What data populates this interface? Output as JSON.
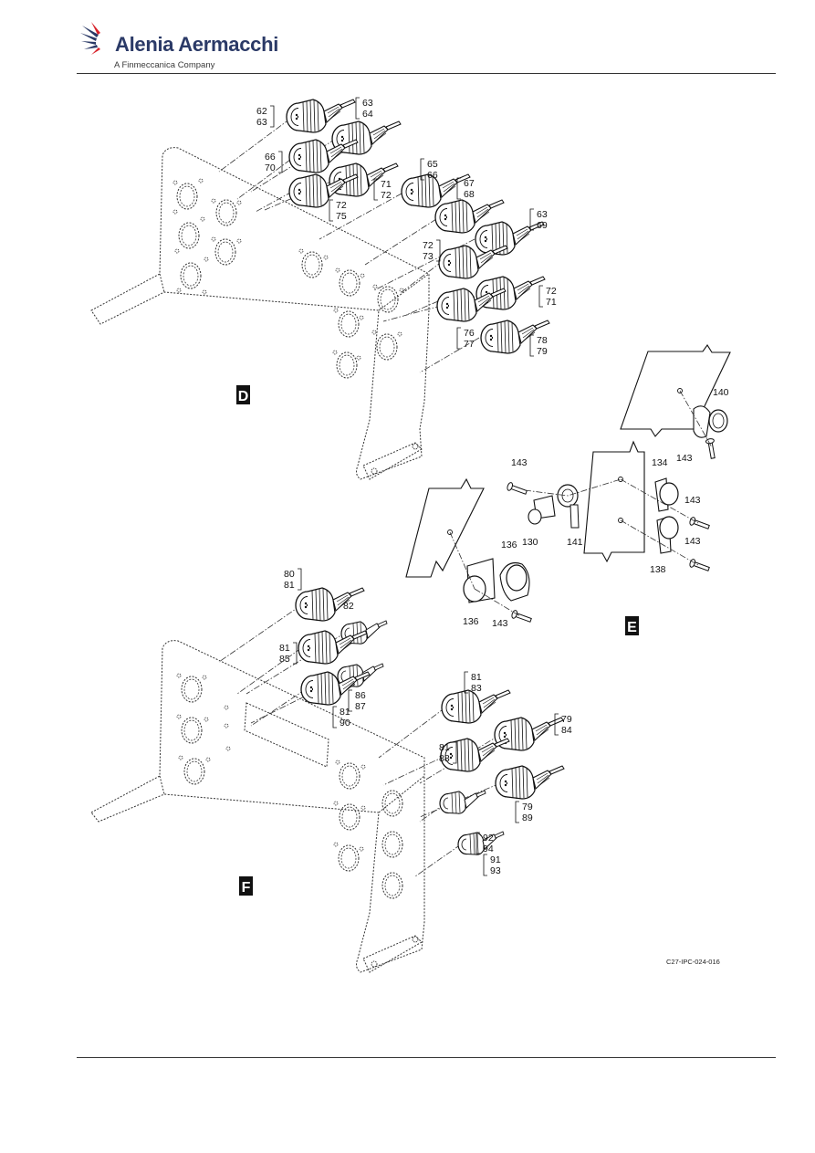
{
  "header": {
    "brand_name": "Alenia Aermacchi",
    "brand_sub": "A Finmeccanica Company",
    "brand_color": "#2b3a67",
    "accent_color": "#d8222a"
  },
  "figure": {
    "drawing_code": "C27-IPC-024-016",
    "view_labels": {
      "D": "D",
      "E": "E",
      "F": "F"
    },
    "callouts": [
      {
        "id": "c1",
        "lines": [
          "62",
          "63"
        ]
      },
      {
        "id": "c2",
        "lines": [
          "63",
          "64"
        ]
      },
      {
        "id": "c3",
        "lines": [
          "66",
          "70"
        ]
      },
      {
        "id": "c4",
        "lines": [
          "71",
          "72"
        ]
      },
      {
        "id": "c5",
        "lines": [
          "72",
          "75"
        ]
      },
      {
        "id": "c6",
        "lines": [
          "65",
          "66"
        ]
      },
      {
        "id": "c7",
        "lines": [
          "67",
          "68"
        ]
      },
      {
        "id": "c8",
        "lines": [
          "63",
          "69"
        ]
      },
      {
        "id": "c9",
        "lines": [
          "72",
          "73"
        ]
      },
      {
        "id": "c10",
        "lines": [
          "72",
          "71"
        ]
      },
      {
        "id": "c11",
        "lines": [
          "76",
          "77"
        ]
      },
      {
        "id": "c12",
        "lines": [
          "78",
          "79"
        ]
      },
      {
        "id": "c13",
        "lines": [
          "140"
        ]
      },
      {
        "id": "c14",
        "lines": [
          "143"
        ]
      },
      {
        "id": "c15",
        "lines": [
          "143"
        ]
      },
      {
        "id": "c16",
        "lines": [
          "134"
        ]
      },
      {
        "id": "c17",
        "lines": [
          "143"
        ]
      },
      {
        "id": "c18",
        "lines": [
          "130"
        ]
      },
      {
        "id": "c19",
        "lines": [
          "141"
        ]
      },
      {
        "id": "c20",
        "lines": [
          "143"
        ]
      },
      {
        "id": "c21",
        "lines": [
          "138"
        ]
      },
      {
        "id": "c22",
        "lines": [
          "136"
        ]
      },
      {
        "id": "c23",
        "lines": [
          "136"
        ]
      },
      {
        "id": "c24",
        "lines": [
          "143"
        ]
      },
      {
        "id": "c25",
        "lines": [
          "80",
          "81"
        ]
      },
      {
        "id": "c26",
        "lines": [
          "82"
        ]
      },
      {
        "id": "c27",
        "lines": [
          "81",
          "85"
        ]
      },
      {
        "id": "c28",
        "lines": [
          "86",
          "87"
        ]
      },
      {
        "id": "c29",
        "lines": [
          "81",
          "90"
        ]
      },
      {
        "id": "c30",
        "lines": [
          "81",
          "83"
        ]
      },
      {
        "id": "c31",
        "lines": [
          "79",
          "84"
        ]
      },
      {
        "id": "c32",
        "lines": [
          "81",
          "88"
        ]
      },
      {
        "id": "c33",
        "lines": [
          "79",
          "89"
        ]
      },
      {
        "id": "c34",
        "lines": [
          "92",
          "94"
        ]
      },
      {
        "id": "c35",
        "lines": [
          "91",
          "93"
        ]
      }
    ]
  }
}
